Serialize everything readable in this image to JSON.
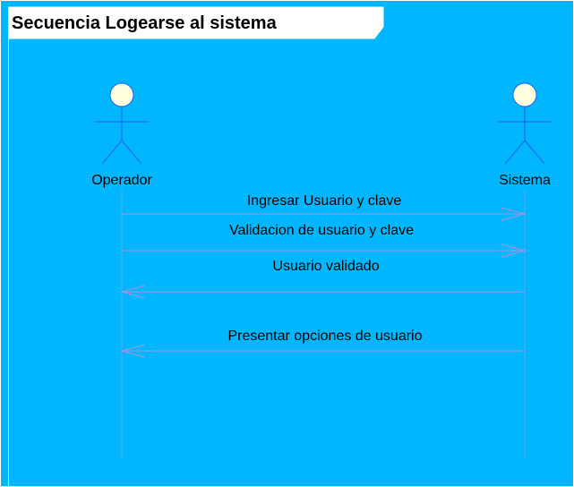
{
  "diagram": {
    "title": "Secuencia Logearse al sistema",
    "colors": {
      "background": "#00b7ff",
      "frame_border": "#ffffff",
      "title_background": "#ffffff",
      "title_text": "#000000",
      "actor_stroke": "#1f5fff",
      "actor_head_fill": "#ffffe0",
      "lifeline": "#58a8e8",
      "message_line": "#b08fd8",
      "label_text": "#000000"
    },
    "actors": [
      {
        "id": "operador",
        "label": "Operador",
        "icon": "actor-stick-figure-icon"
      },
      {
        "id": "sistema",
        "label": "Sistema",
        "icon": "actor-stick-figure-icon"
      }
    ],
    "messages": [
      {
        "label": "Ingresar Usuario y clave",
        "from": "Operador",
        "to": "Sistema"
      },
      {
        "label": "Validacion de usuario y clave",
        "from": "Operador",
        "to": "Sistema"
      },
      {
        "label": "Usuario validado",
        "from": "Sistema",
        "to": "Operador"
      },
      {
        "label": "Presentar opciones de usuario",
        "from": "Sistema",
        "to": "Operador"
      }
    ]
  }
}
